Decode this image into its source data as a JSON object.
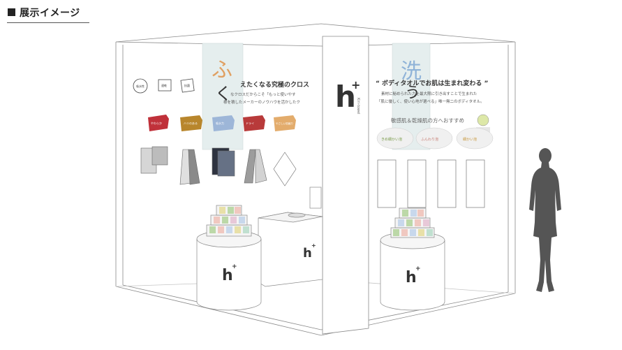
{
  "header": {
    "title": "展示イメージ"
  },
  "brand": {
    "mark": "h",
    "plus": "+",
    "sub": "Kiri-towel"
  },
  "left_wall": {
    "headline": "えたくなる究極のクロス",
    "body_lines": [
      "なクロスだからこそ「もっと使いやす",
      "様を積したメーカーのノウハウを活かしたク"
    ],
    "banner": [
      "ふ",
      "く"
    ],
    "icons": [
      "吸水性",
      "速乾",
      "抗菌"
    ],
    "swatches": [
      "やわらか",
      "ハリのある",
      "吸水力",
      "ドライ",
      "やさしい肌触り"
    ],
    "swatch_colors": [
      "#c0313a",
      "#b8862c",
      "#9db6d8",
      "#b83a3a",
      "#e3ac6c"
    ]
  },
  "right_wall": {
    "headline": "“ ボディタオルでお肌は生まれ変わる ”",
    "body_lines": [
      "素材に秘められた力を最大限に引き出すことで生まれた",
      "「肌に優しく、使い心地が選べる」唯一無二のボディタオル。"
    ],
    "sub_headline": "敏感肌＆乾燥肌の方へおすすめ",
    "banner": [
      "洗",
      "う"
    ],
    "products": [
      "きめ細かい泡",
      "ふんわり泡",
      "細かい泡"
    ]
  },
  "colors": {
    "line": "#8a8a8a",
    "wall": "#ffffff",
    "banner": "#e5eeee",
    "silhouette": "#555555"
  }
}
